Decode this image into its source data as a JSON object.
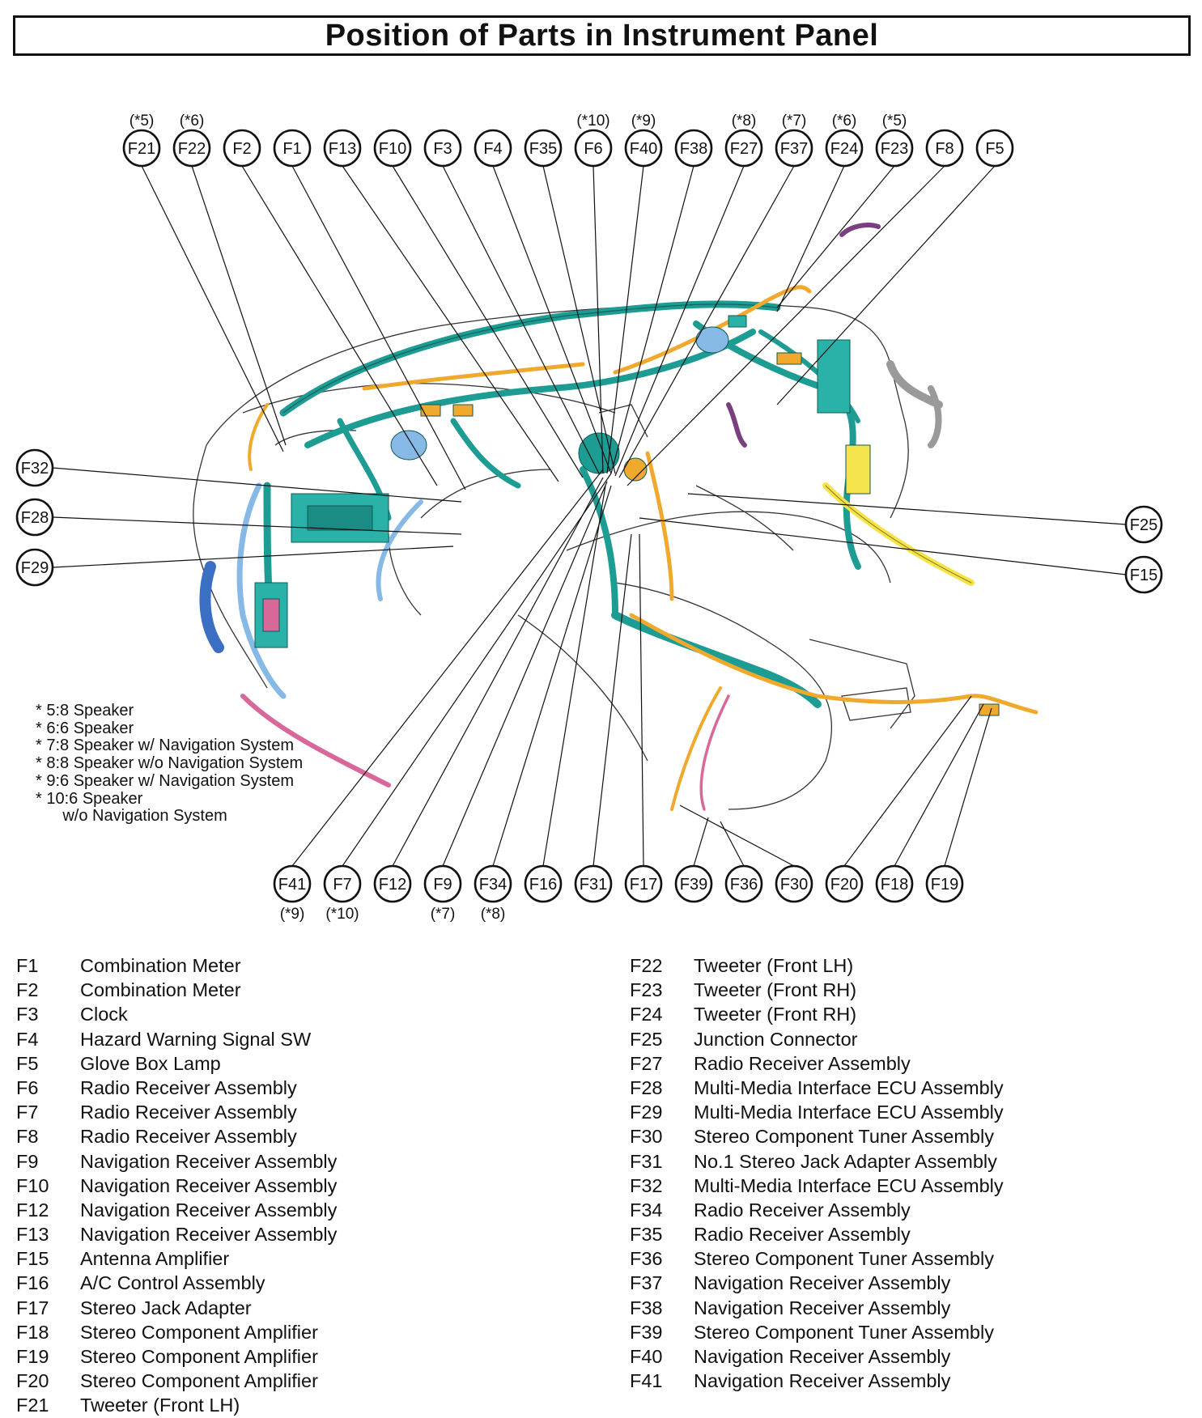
{
  "title": "Position of Parts in Instrument Panel",
  "colors": {
    "harness_teal": "#1d9c93",
    "harness_orange": "#f0a92c",
    "harness_blue": "#86b9e6",
    "harness_pink": "#d9689a",
    "harness_yellow": "#f4e34a",
    "harness_purple": "#7a3f7e",
    "outline": "#222222"
  },
  "callouts": [
    {
      "code": "F21",
      "note": "(*5)"
    },
    {
      "code": "F22",
      "note": "(*6)"
    },
    {
      "code": "F2",
      "note": ""
    },
    {
      "code": "F1",
      "note": ""
    },
    {
      "code": "F13",
      "note": ""
    },
    {
      "code": "F10",
      "note": ""
    },
    {
      "code": "F3",
      "note": ""
    },
    {
      "code": "F4",
      "note": ""
    },
    {
      "code": "F35",
      "note": ""
    },
    {
      "code": "F6",
      "note": "(*10)"
    },
    {
      "code": "F40",
      "note": "(*9)"
    },
    {
      "code": "F38",
      "note": ""
    },
    {
      "code": "F27",
      "note": "(*8)"
    },
    {
      "code": "F37",
      "note": "(*7)"
    },
    {
      "code": "F24",
      "note": "(*6)"
    },
    {
      "code": "F23",
      "note": "(*5)"
    },
    {
      "code": "F8",
      "note": ""
    },
    {
      "code": "F5",
      "note": ""
    },
    {
      "code": "F32",
      "note": ""
    },
    {
      "code": "F28",
      "note": ""
    },
    {
      "code": "F29",
      "note": ""
    },
    {
      "code": "F25",
      "note": ""
    },
    {
      "code": "F15",
      "note": ""
    },
    {
      "code": "F41",
      "note": "(*9)"
    },
    {
      "code": "F7",
      "note": "(*10)"
    },
    {
      "code": "F12",
      "note": ""
    },
    {
      "code": "F9",
      "note": "(*7)"
    },
    {
      "code": "F34",
      "note": "(*8)"
    },
    {
      "code": "F16",
      "note": ""
    },
    {
      "code": "F31",
      "note": ""
    },
    {
      "code": "F17",
      "note": ""
    },
    {
      "code": "F39",
      "note": ""
    },
    {
      "code": "F36",
      "note": ""
    },
    {
      "code": "F30",
      "note": ""
    },
    {
      "code": "F20",
      "note": ""
    },
    {
      "code": "F18",
      "note": ""
    },
    {
      "code": "F19",
      "note": ""
    }
  ],
  "notes": [
    "* 5:8 Speaker",
    "* 6:6 Speaker",
    "* 7:8 Speaker w/ Navigation System",
    "* 8:8 Speaker w/o Navigation System",
    "* 9:6 Speaker w/ Navigation System",
    "* 10:6 Speaker",
    "      w/o Navigation System"
  ],
  "legend_left": [
    {
      "code": "F1",
      "desc": "Combination Meter"
    },
    {
      "code": "F2",
      "desc": "Combination Meter"
    },
    {
      "code": "F3",
      "desc": "Clock"
    },
    {
      "code": "F4",
      "desc": "Hazard Warning Signal SW"
    },
    {
      "code": "F5",
      "desc": "Glove Box Lamp"
    },
    {
      "code": "F6",
      "desc": "Radio Receiver Assembly"
    },
    {
      "code": "F7",
      "desc": "Radio Receiver Assembly"
    },
    {
      "code": "F8",
      "desc": "Radio Receiver Assembly"
    },
    {
      "code": "F9",
      "desc": "Navigation Receiver Assembly"
    },
    {
      "code": "F10",
      "desc": "Navigation Receiver Assembly"
    },
    {
      "code": "F12",
      "desc": "Navigation Receiver Assembly"
    },
    {
      "code": "F13",
      "desc": "Navigation Receiver Assembly"
    },
    {
      "code": "F15",
      "desc": "Antenna Amplifier"
    },
    {
      "code": "F16",
      "desc": "A/C Control Assembly"
    },
    {
      "code": "F17",
      "desc": "Stereo Jack Adapter"
    },
    {
      "code": "F18",
      "desc": "Stereo Component Amplifier"
    },
    {
      "code": "F19",
      "desc": "Stereo Component Amplifier"
    },
    {
      "code": "F20",
      "desc": "Stereo Component Amplifier"
    },
    {
      "code": "F21",
      "desc": "Tweeter (Front LH)"
    }
  ],
  "legend_right": [
    {
      "code": "F22",
      "desc": "Tweeter (Front LH)"
    },
    {
      "code": "F23",
      "desc": "Tweeter (Front RH)"
    },
    {
      "code": "F24",
      "desc": "Tweeter (Front RH)"
    },
    {
      "code": "F25",
      "desc": "Junction Connector"
    },
    {
      "code": "F27",
      "desc": "Radio Receiver Assembly"
    },
    {
      "code": "F28",
      "desc": "Multi-Media Interface ECU Assembly"
    },
    {
      "code": "F29",
      "desc": "Multi-Media Interface ECU Assembly"
    },
    {
      "code": "F30",
      "desc": "Stereo Component Tuner Assembly"
    },
    {
      "code": "F31",
      "desc": "No.1 Stereo Jack Adapter Assembly"
    },
    {
      "code": "F32",
      "desc": "Multi-Media Interface ECU Assembly"
    },
    {
      "code": "F34",
      "desc": "Radio Receiver Assembly"
    },
    {
      "code": "F35",
      "desc": "Radio Receiver Assembly"
    },
    {
      "code": "F36",
      "desc": "Stereo Component Tuner Assembly"
    },
    {
      "code": "F37",
      "desc": "Navigation Receiver Assembly"
    },
    {
      "code": "F38",
      "desc": "Navigation Receiver Assembly"
    },
    {
      "code": "F39",
      "desc": "Stereo Component Tuner Assembly"
    },
    {
      "code": "F40",
      "desc": "Navigation Receiver Assembly"
    },
    {
      "code": "F41",
      "desc": "Navigation Receiver Assembly"
    }
  ]
}
